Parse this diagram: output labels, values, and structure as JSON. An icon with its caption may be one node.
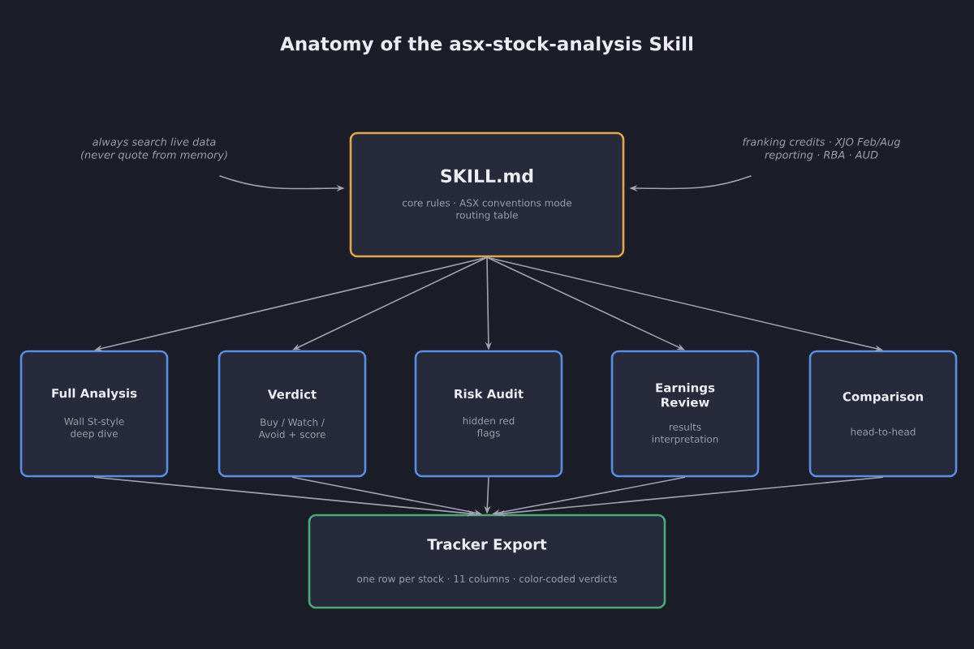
{
  "diagram": {
    "title": "Anatomy of the asx-stock-analysis Skill",
    "nodes": [
      {
        "text": [
          "SKILL.md",
          "core rules · ASX conventions mode routing table"
        ]
      },
      {
        "text": [
          "Full Analysis",
          "Wall St-style deep dive"
        ]
      },
      {
        "text": [
          "Verdict",
          "Buy / Watch / Avoid + score"
        ]
      },
      {
        "text": [
          "Risk Audit",
          "hidden red flags"
        ]
      },
      {
        "text": [
          "Earnings Review",
          "results interpretation"
        ]
      },
      {
        "text": [
          "Comparison",
          "head-to-head"
        ]
      },
      {
        "text": [
          "Tracker Export",
          "one row per stock · 11 columns · color-coded verdicts"
        ]
      },
      {
        "text": [
          "always search live data (never quote from memory)"
        ]
      },
      {
        "text": [
          "franking credits · XJO Feb/Aug reporting · RBA · AUD"
        ]
      }
    ],
    "edges": [
      {
        "from": 7,
        "to": 0,
        "arrow": "to"
      },
      {
        "from": 8,
        "to": 0,
        "arrow": "to"
      },
      {
        "from": 0,
        "to": 1,
        "arrow": "to"
      },
      {
        "from": 0,
        "to": 2,
        "arrow": "to"
      },
      {
        "from": 0,
        "to": 3,
        "arrow": "to"
      },
      {
        "from": 0,
        "to": 4,
        "arrow": "to"
      },
      {
        "from": 0,
        "to": 5,
        "arrow": "to"
      },
      {
        "from": 1,
        "to": 6,
        "arrow": "to"
      },
      {
        "from": 2,
        "to": 6,
        "arrow": "to"
      },
      {
        "from": 3,
        "to": 6,
        "arrow": "to"
      },
      {
        "from": 4,
        "to": 6,
        "arrow": "to"
      },
      {
        "from": 5,
        "to": 6,
        "arrow": "to"
      }
    ]
  }
}
